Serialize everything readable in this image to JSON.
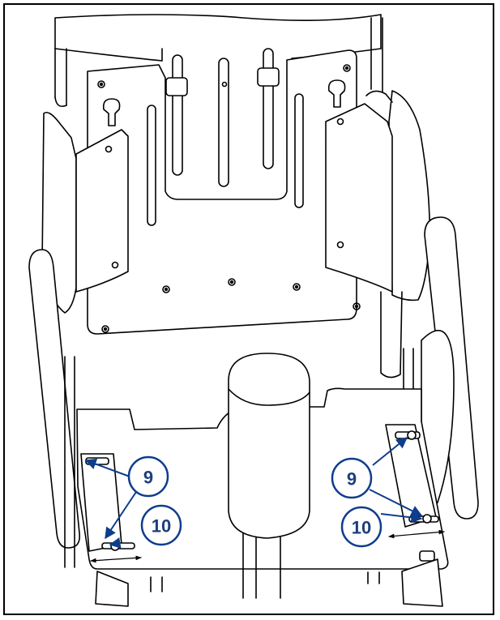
{
  "figure": {
    "colors": {
      "line": "#000000",
      "callout_stroke": "#0e3d8c",
      "callout_fill": "#ffffff",
      "callout_text": "#1c3f7c",
      "arrow": "#0e3d8c"
    },
    "callouts": [
      {
        "id": "left-9",
        "label": "9"
      },
      {
        "id": "left-10",
        "label": "10"
      },
      {
        "id": "right-9",
        "label": "9"
      },
      {
        "id": "right-10",
        "label": "10"
      }
    ]
  }
}
